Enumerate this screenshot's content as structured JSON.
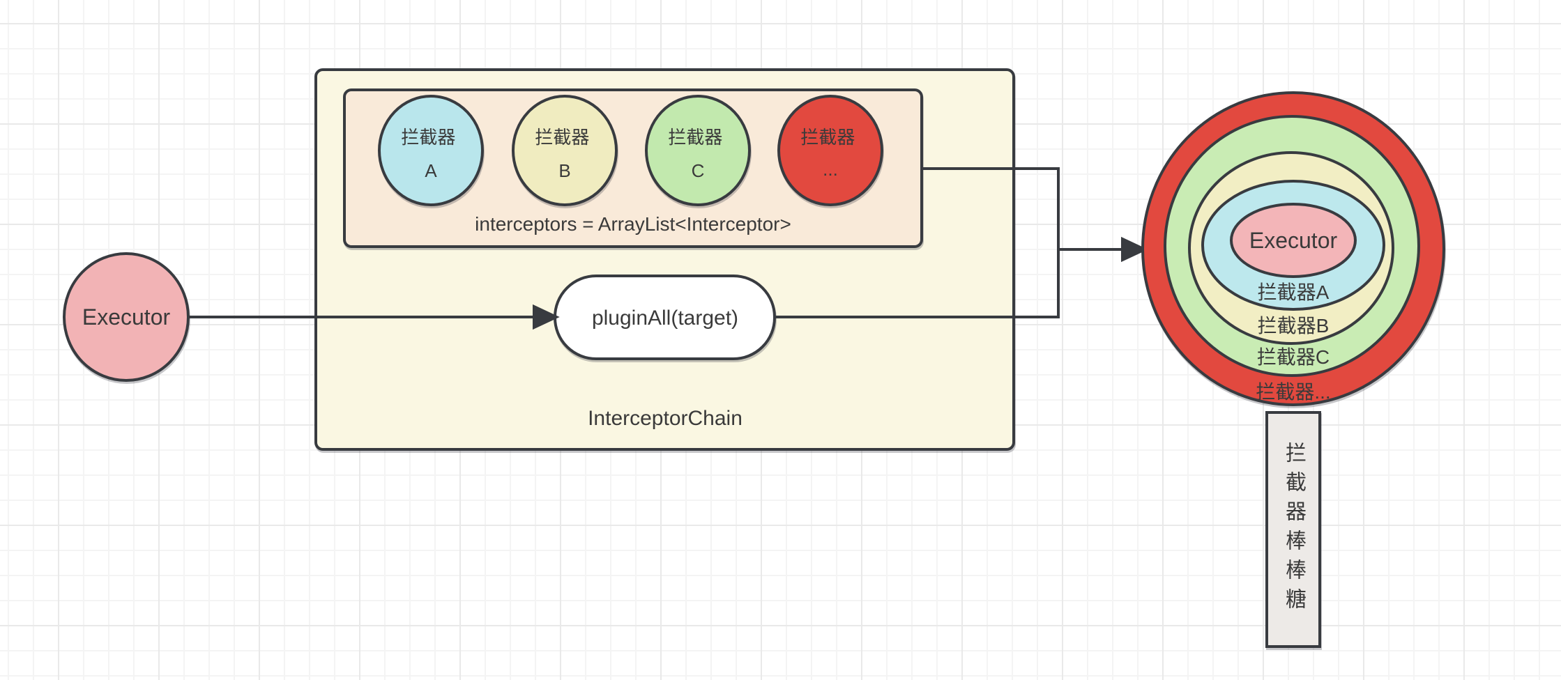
{
  "canvas": {
    "background_color": "#ffffff",
    "grid_minor_color": "#f4f4f4",
    "grid_major_color": "#e9e9e9"
  },
  "diagram": {
    "stroke_color": "#383b40",
    "text_color": "#3a3a3a",
    "executor_node": {
      "label": "Executor",
      "fill": "#f2b3b5"
    },
    "interceptor_chain": {
      "title": "InterceptorChain",
      "fill": "#faf7e2",
      "interceptor_list": {
        "caption": "interceptors = ArrayList<Interceptor>",
        "fill": "#f9ead9",
        "items": [
          {
            "line1": "拦截器",
            "line2": "A",
            "fill": "#b9e6ec"
          },
          {
            "line1": "拦截器",
            "line2": "B",
            "fill": "#f0ecc0"
          },
          {
            "line1": "拦截器",
            "line2": "C",
            "fill": "#c2e9ae"
          },
          {
            "line1": "拦截器",
            "line2": "...",
            "fill": "#e2493f"
          }
        ]
      },
      "plugin_all_node": {
        "label": "pluginAll(target)",
        "fill": "#ffffff"
      }
    },
    "lollipop": {
      "rings": [
        {
          "label": "拦截器...",
          "fill": "#e2493f"
        },
        {
          "label": "拦截器C",
          "fill": "#c9ecb4"
        },
        {
          "label": "拦截器B",
          "fill": "#f2eec4"
        },
        {
          "label": "拦截器A",
          "fill": "#bde8ed"
        }
      ],
      "center": {
        "label": "Executor",
        "fill": "#f3b5b8"
      },
      "stick": {
        "label": "拦截器棒棒糖",
        "fill": "#edeae7"
      }
    }
  }
}
